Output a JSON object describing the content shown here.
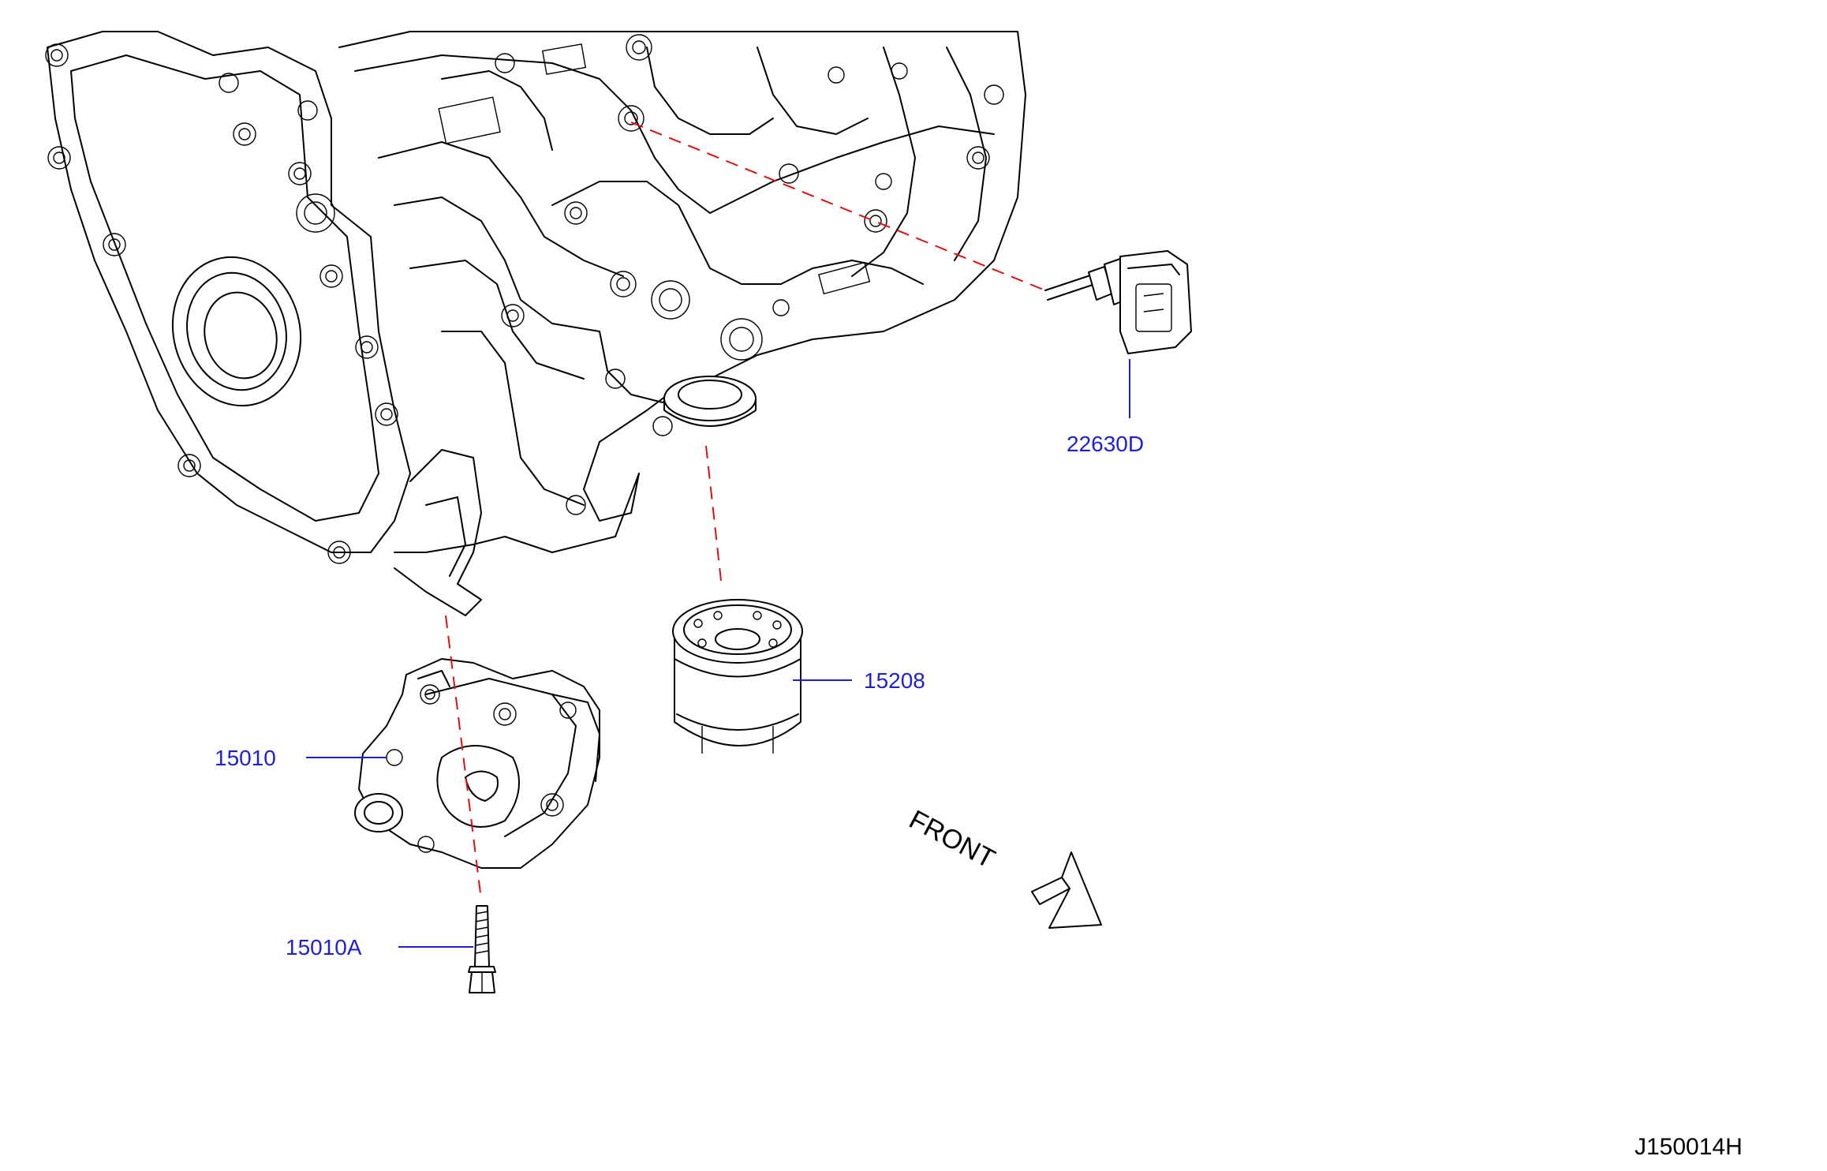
{
  "labels": {
    "oil_temp_sensor": "22630D",
    "oil_filter": "15208",
    "oil_pump": "15010",
    "pump_bolt": "15010A"
  },
  "front_indicator": "FRONT",
  "diagram_code": "J150014H",
  "colors": {
    "label_blue": "#1f1fd6",
    "alignment_red": "#e01010",
    "line_black": "#000000"
  }
}
